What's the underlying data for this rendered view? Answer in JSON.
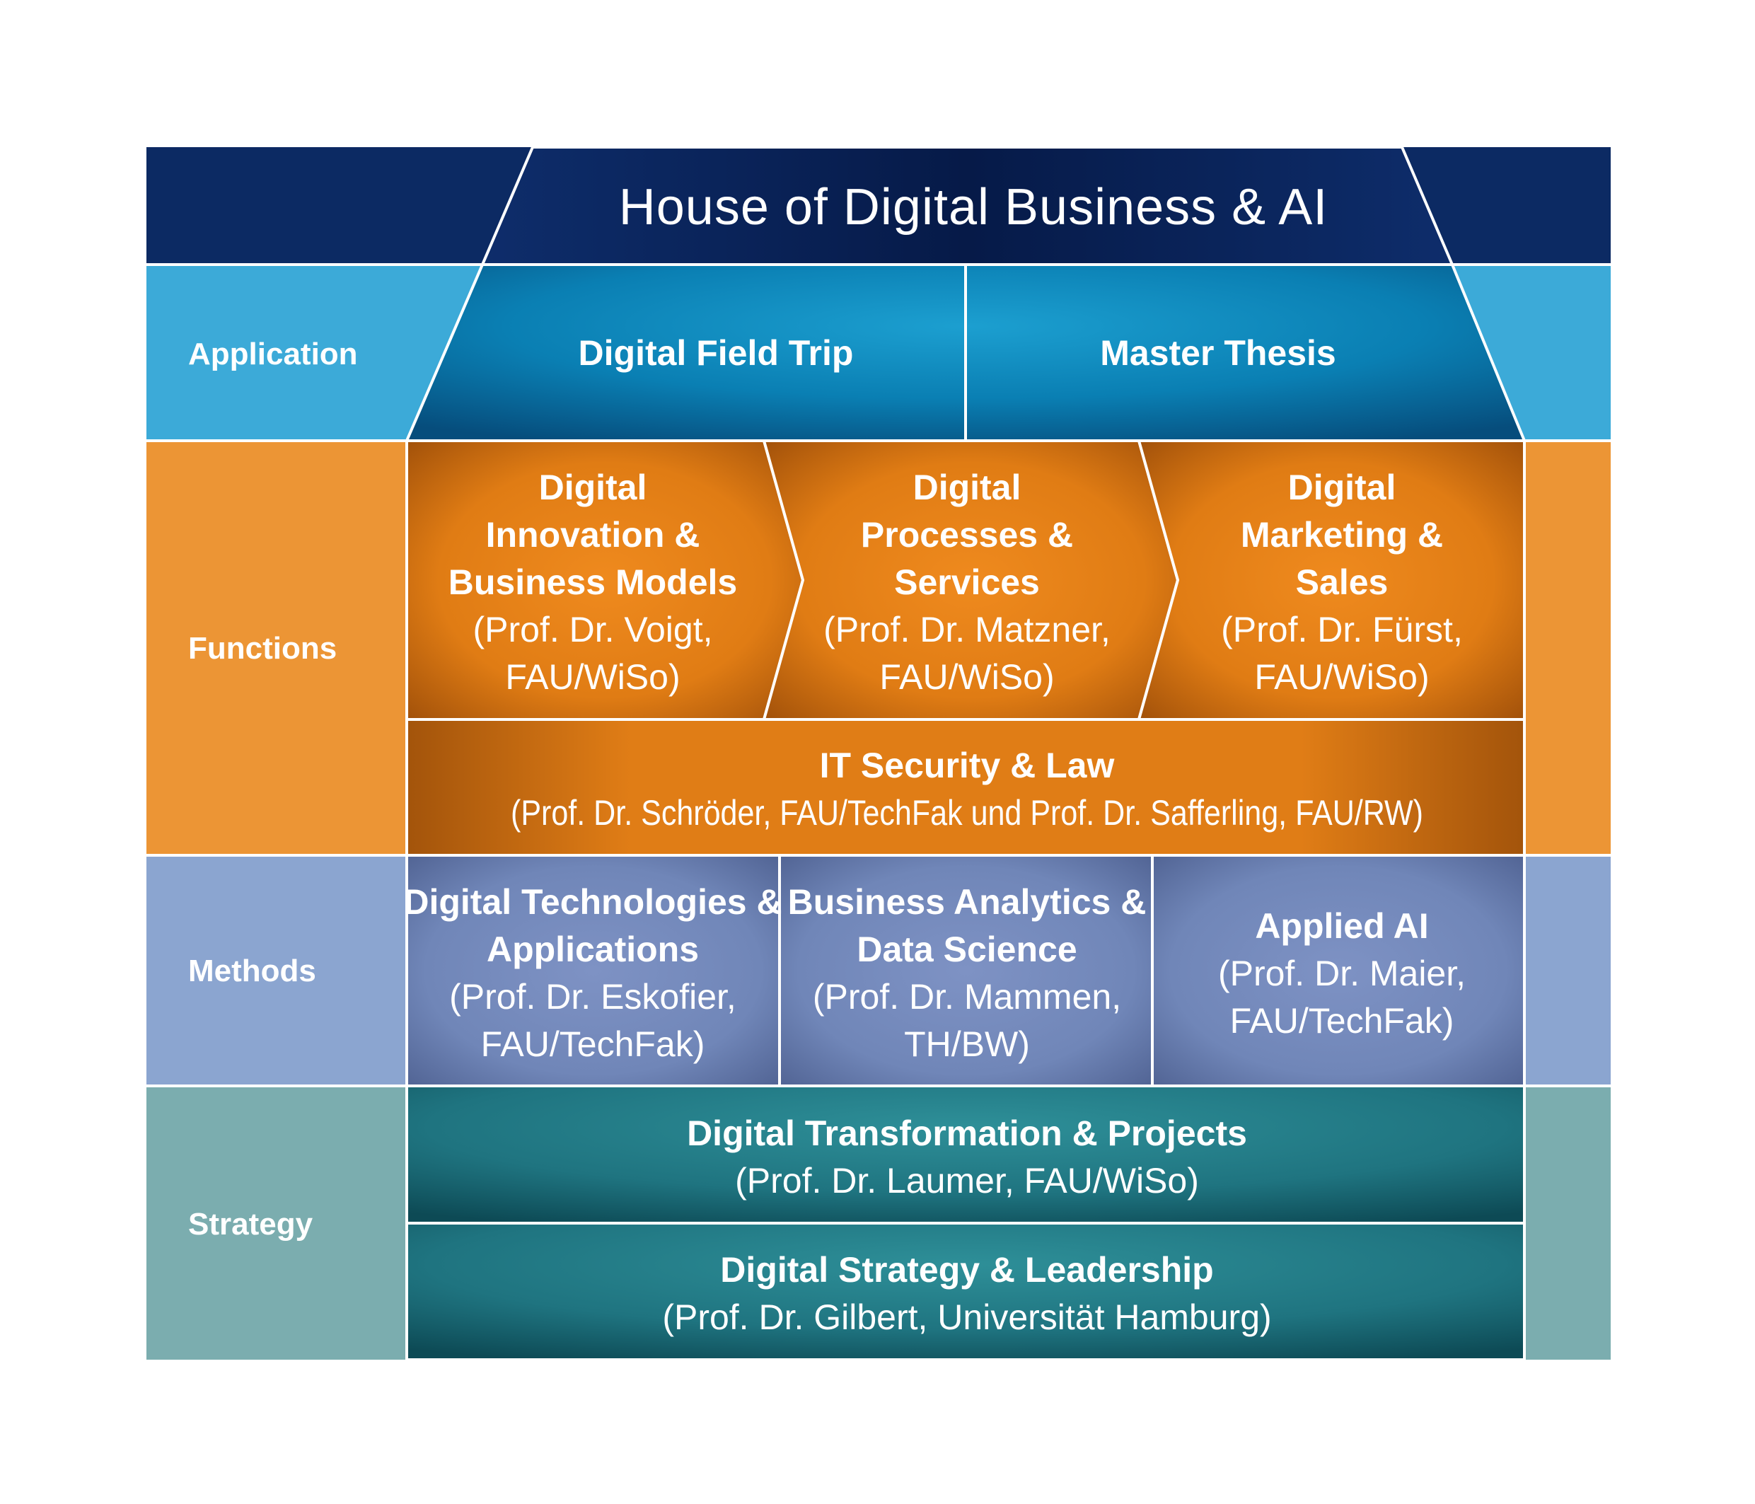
{
  "title": "House of Digital Business & AI",
  "row_labels": {
    "application": "Application",
    "functions": "Functions",
    "methods": "Methods",
    "strategy": "Strategy"
  },
  "application": {
    "field_trip": "Digital Field Trip",
    "thesis": "Master Thesis"
  },
  "functions": {
    "innovation": {
      "l1": "Digital",
      "l2": "Innovation &",
      "l3": "Business Models",
      "l4": "(Prof. Dr. Voigt,",
      "l5": "FAU/WiSo)"
    },
    "processes": {
      "l1": "Digital",
      "l2": "Processes &",
      "l3": "Services",
      "l4": "(Prof. Dr. Matzner,",
      "l5": "FAU/WiSo)"
    },
    "marketing": {
      "l1": "Digital",
      "l2": "Marketing &",
      "l3": "Sales",
      "l4": "(Prof. Dr. Fürst,",
      "l5": "FAU/WiSo)"
    },
    "security": {
      "l1": "IT Security & Law",
      "l2": "(Prof. Dr. Schröder, FAU/TechFak und Prof. Dr. Safferling, FAU/RW)"
    }
  },
  "methods": {
    "technologies": {
      "l1": "Digital Technologies &",
      "l2": "Applications",
      "l3": "(Prof. Dr. Eskofier,",
      "l4": "FAU/TechFak)"
    },
    "analytics": {
      "l1": "Business Analytics &",
      "l2": "Data Science",
      "l3": "(Prof. Dr. Mammen,",
      "l4": "TH/BW)"
    },
    "ai": {
      "l1": "Applied AI",
      "l2": "(Prof. Dr. Maier,",
      "l3": "FAU/TechFak)"
    }
  },
  "strategy": {
    "transformation": {
      "l1": "Digital Transformation & Projects",
      "l2": "(Prof. Dr. Laumer, FAU/WiSo)"
    },
    "leadership": {
      "l1": "Digital Strategy & Leadership",
      "l2": "(Prof. Dr. Gilbert, Universität Hamburg)"
    }
  },
  "colors": {
    "roof": "#0c2a63",
    "application": "#3caad8",
    "functions": "#ec9535",
    "methods": "#8ba5d0",
    "strategy": "#7badaf"
  }
}
